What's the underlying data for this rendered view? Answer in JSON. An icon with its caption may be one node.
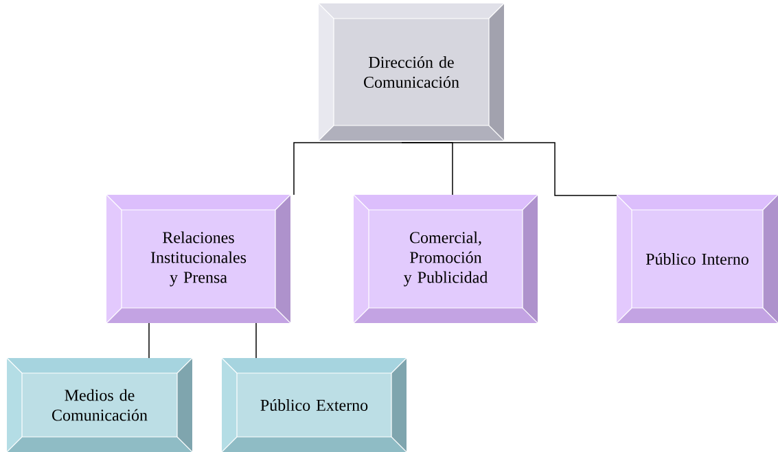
{
  "diagram": {
    "nodes": [
      {
        "text": [
          "Dirección de Comunicación"
        ]
      },
      {
        "text": [
          "Relaciones Institucionales y Prensa"
        ]
      },
      {
        "text": [
          "Comercial, Promoción y Publicidad"
        ]
      },
      {
        "text": [
          "Público Interno"
        ]
      },
      {
        "text": [
          "Medios de Comunicación"
        ]
      },
      {
        "text": [
          "Público Externo"
        ]
      }
    ],
    "edges": [
      {
        "from": 0,
        "to": 1,
        "arrow": "none"
      },
      {
        "from": 0,
        "to": 2,
        "arrow": "none"
      },
      {
        "from": 0,
        "to": 3,
        "arrow": "none"
      },
      {
        "from": 1,
        "to": 4,
        "arrow": "none"
      },
      {
        "from": 1,
        "to": 5,
        "arrow": "none"
      }
    ]
  }
}
